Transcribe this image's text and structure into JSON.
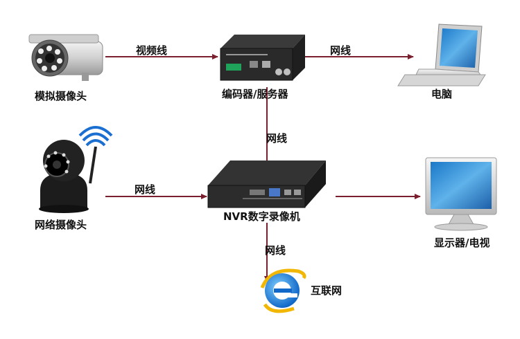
{
  "nodes": {
    "analog_camera": "模拟摄像头",
    "encoder_server": "编码器/服务器",
    "computer": "电脑",
    "network_camera": "网络摄像头",
    "nvr": "NVR数字录像机",
    "display": "显示器/电视",
    "internet": "互联网"
  },
  "connections": {
    "analog_to_encoder": "视频线",
    "encoder_to_computer": "网线",
    "encoder_to_nvr": "网线",
    "netcam_to_nvr": "网线",
    "nvr_to_internet": "网线"
  },
  "colors": {
    "arrow": "#7a1f2e",
    "label_text": "#111111"
  },
  "icons": {
    "analog_camera": "bullet-camera-icon",
    "encoder_server": "encoder-box-icon",
    "computer": "laptop-icon",
    "network_camera": "wifi-ip-camera-icon",
    "nvr": "nvr-recorder-icon",
    "display": "monitor-icon",
    "internet": "internet-explorer-icon"
  }
}
